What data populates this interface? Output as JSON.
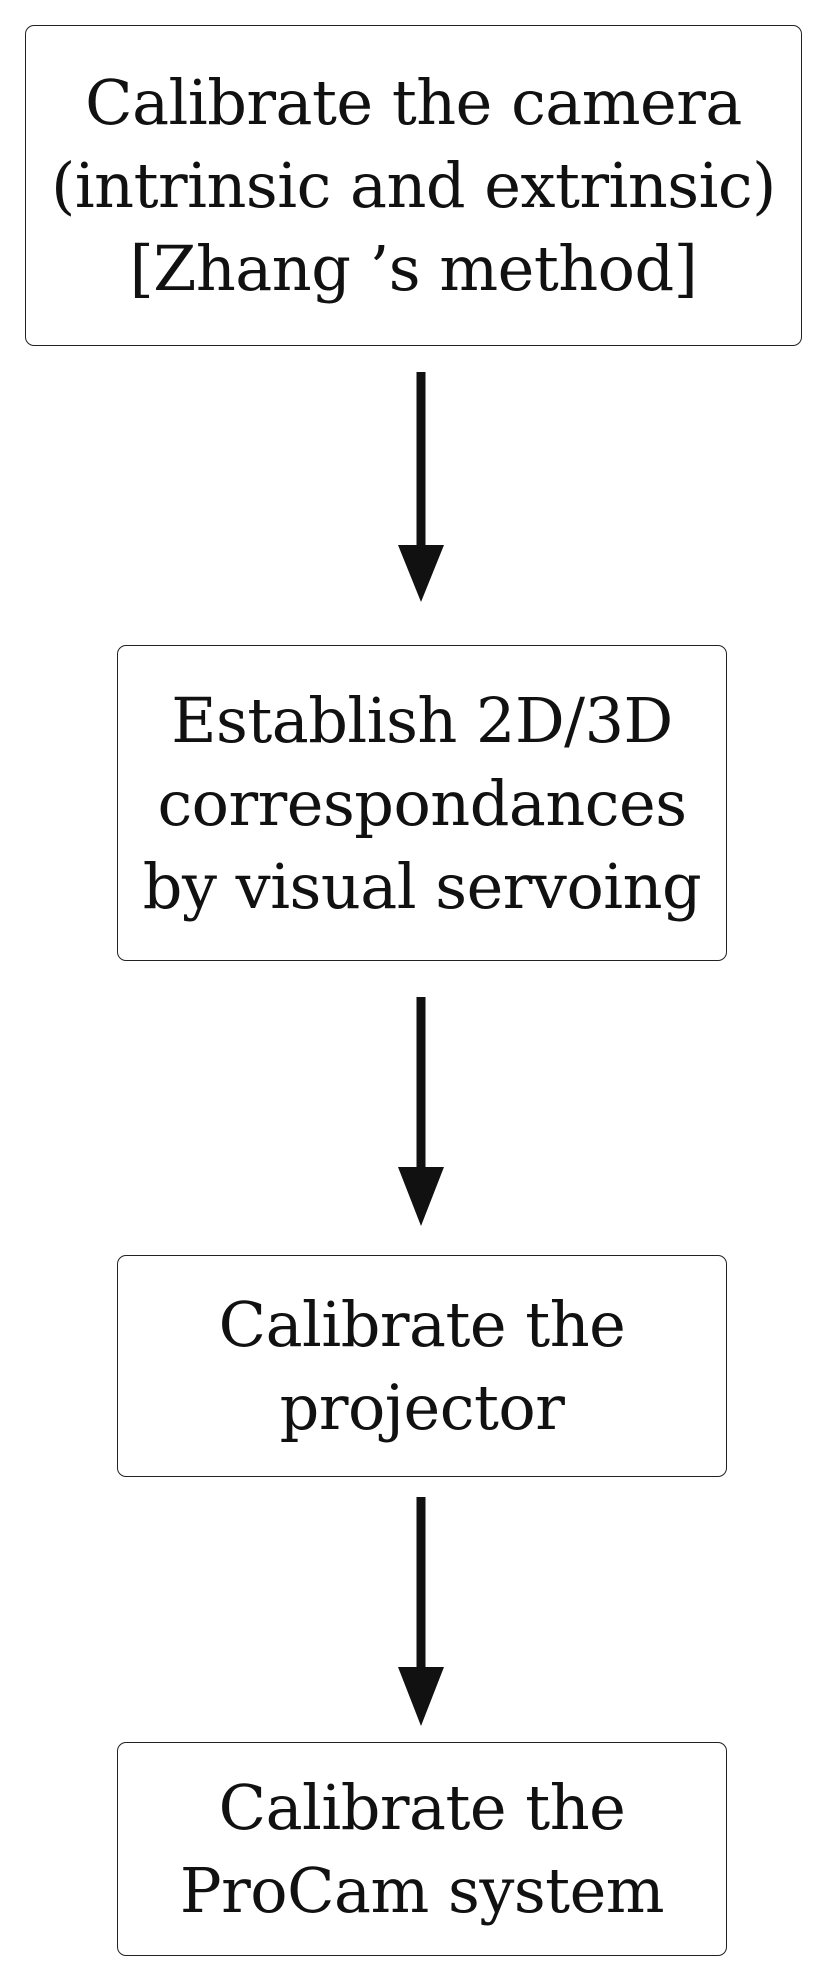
{
  "steps": [
    {
      "lines": [
        "Calibrate the camera",
        "(intrinsic and extrinsic)",
        "[Zhang ’s method]"
      ]
    },
    {
      "lines": [
        "Establish 2D/3D",
        "correspondances",
        "by visual servoing"
      ]
    },
    {
      "lines": [
        "Calibrate the",
        "projector"
      ]
    },
    {
      "lines": [
        "Calibrate the",
        "ProCam system"
      ]
    }
  ],
  "colors": {
    "stroke": "#111111",
    "text": "#111111",
    "background": "#ffffff"
  }
}
